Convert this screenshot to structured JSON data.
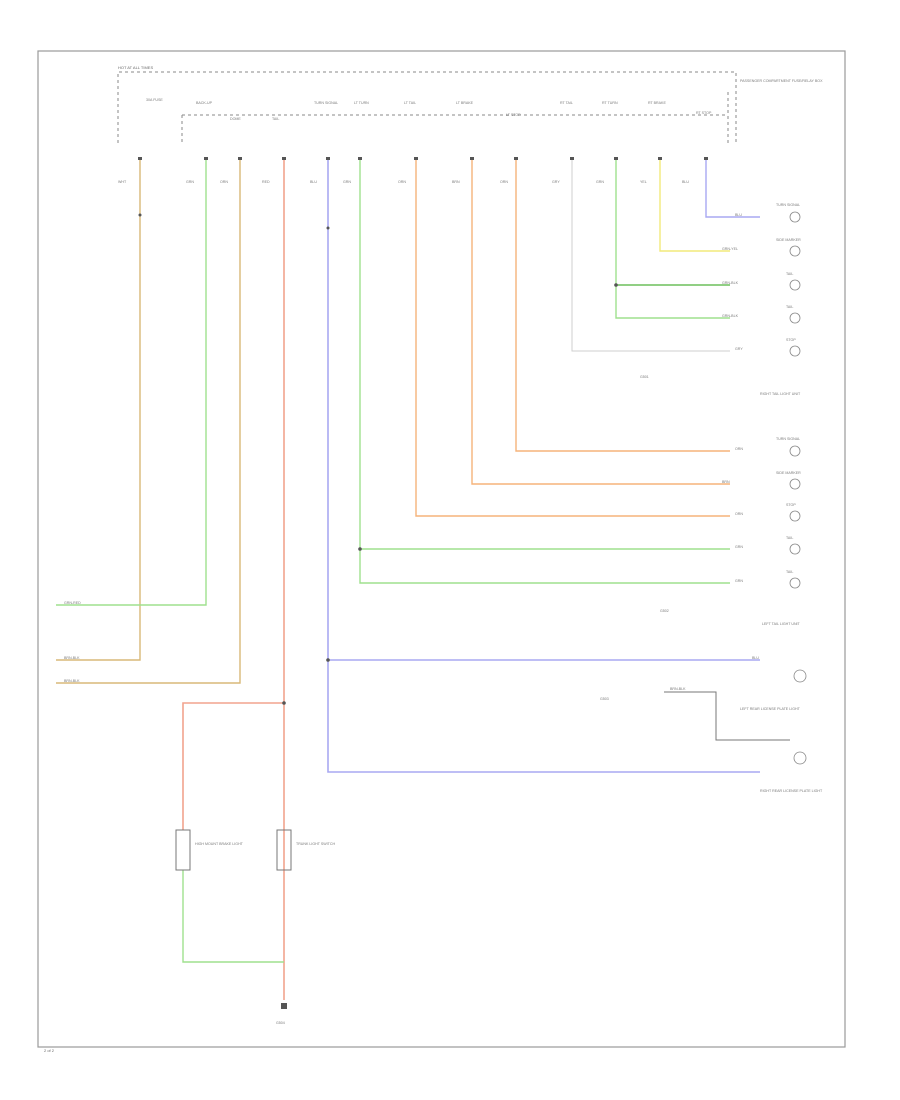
{
  "diagram": {
    "sheet_number": "2 of 2",
    "colors": {
      "tan": "#d9b878",
      "green": "#9fe08e",
      "salmon": "#f2a38e",
      "blue": "#a9a9f2",
      "orange": "#f5b37a",
      "yellow": "#f2ea7a",
      "dark_green": "#6dbf5c",
      "gray": "#cfcfcf",
      "frame": "#9a9a9a"
    },
    "fuse_box": {
      "header": "HOT AT ALL TIMES",
      "side_label": "PASSENGER COMPARTMENT FUSE/RELAY BOX",
      "fuses": [
        {
          "name": "30A FUSE",
          "wire": "WHT"
        },
        {
          "name": "BACK-UP",
          "wire": "GRN"
        },
        {
          "name": "DOME",
          "wire": "ORN"
        },
        {
          "name": "TAIL",
          "wire": "RED"
        },
        {
          "name": "TURN SIGNAL",
          "wire": "BLU"
        },
        {
          "name": "LT TURN",
          "wire": "GRN"
        },
        {
          "name": "LT TAIL",
          "wire": "ORN"
        },
        {
          "name": "LT BRAKE",
          "wire": "BRN"
        },
        {
          "name": "LT STOP",
          "wire": "ORN"
        },
        {
          "name": "RT TAIL",
          "wire": "GRY"
        },
        {
          "name": "RT TURN",
          "wire": "GRN"
        },
        {
          "name": "RT BRAKE",
          "wire": "YEL"
        },
        {
          "name": "RT STOP",
          "wire": "BLU"
        }
      ]
    },
    "right_tail_light": {
      "title": "RIGHT TAIL LIGHT UNIT",
      "items": [
        {
          "name": "TURN SIGNAL",
          "wire": "BLU"
        },
        {
          "name": "SIDE MARKER",
          "wire": "GRN-YEL"
        },
        {
          "name": "TAIL",
          "wire": "GRN-BLK"
        },
        {
          "name": "TAIL",
          "wire": "GRN-BLK"
        },
        {
          "name": "STOP",
          "wire": "GRY"
        }
      ],
      "ground": "G501"
    },
    "left_tail_light": {
      "title": "LEFT TAIL LIGHT UNIT",
      "items": [
        {
          "name": "TURN SIGNAL",
          "wire": "ORN"
        },
        {
          "name": "SIDE MARKER",
          "wire": "BRN"
        },
        {
          "name": "STOP",
          "wire": "ORN"
        },
        {
          "name": "TAIL",
          "wire": "GRN"
        },
        {
          "name": "TAIL",
          "wire": "GRN"
        }
      ],
      "ground": "G502"
    },
    "license_plate": {
      "wire": "BLU",
      "left_label": "LEFT REAR LICENSE PLATE LIGHT",
      "right_label": "RIGHT REAR LICENSE PLATE LIGHT",
      "ground": "G503",
      "ground_wire": "BRN-BLK"
    },
    "left_side_wires": [
      {
        "label": "GRN-RED"
      },
      {
        "label": "BRN-BLK"
      },
      {
        "label": "BRN-BLK"
      }
    ],
    "bottom": {
      "left_unit": "HIGH MOUNT BRAKE LIGHT",
      "right_unit": "TRUNK LIGHT SWITCH",
      "ground": "G504"
    }
  }
}
